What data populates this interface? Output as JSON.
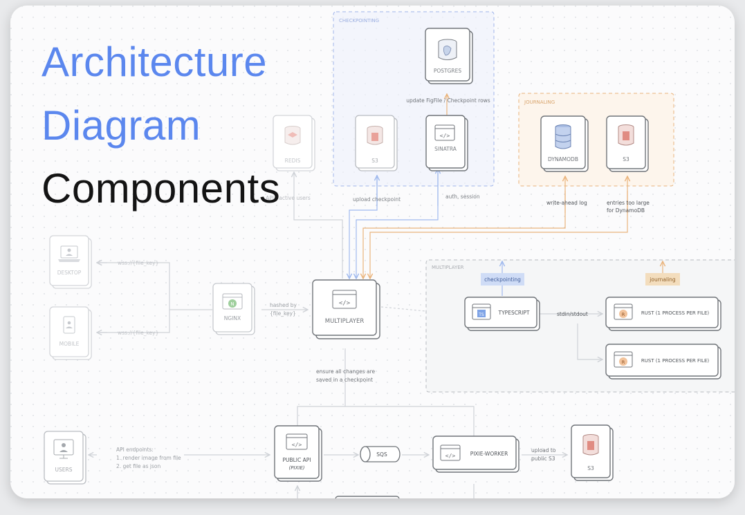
{
  "heading": {
    "line1": "Architecture",
    "line2": "Diagram",
    "line3": "Components"
  },
  "groups": {
    "checkpointing": "CHECKPOINTING",
    "journaling": "JOURNALING",
    "multiplayer": "MULTIPLAYER"
  },
  "nodes": {
    "postgres": "POSTGRES",
    "s3_checkpoint": "S3",
    "sinatra": "SINATRA",
    "redis": "REDIS",
    "dynamodb": "DYNAMODB",
    "s3_journal": "S3",
    "desktop": "DESKTOP",
    "mobile": "MOBILE",
    "nginx": "NGINX",
    "multiplayer": "MULTIPLAYER",
    "typescript": "TYPESCRIPT",
    "rust1": "RUST (1 PROCESS PER FILE)",
    "rust2": "RUST (1 PROCESS PER FILE)",
    "users": "USERS",
    "public_api": "PUBLIC API",
    "public_api_sub": "(PIXIE)",
    "sqs": "SQS",
    "pixie_worker": "PIXIE-WORKER",
    "s3_public": "S3"
  },
  "tags": {
    "checkpointing": "checkpointing",
    "journaling": "journaling"
  },
  "edges": {
    "update_rows": "update FigFile / Checkpoint rows",
    "api_active_users": "n API / active users",
    "upload_checkpoint": "upload checkpoint",
    "auth_session": "auth, session",
    "write_ahead_log": "write-ahead log",
    "entries_too_large_1": "entries too large",
    "entries_too_large_2": "for DynamoDB",
    "wss_desktop": "wss://{file_key}",
    "wss_mobile": "wss://{file_key}",
    "hashed_by_1": "hashed by",
    "hashed_by_2": "{file_key}",
    "stdin_stdout": "stdin/stdout",
    "ensure_1": "ensure all changes are",
    "ensure_2": "saved in a checkpoint",
    "api_endpoints_1": "API endpoints:",
    "api_endpoints_2": "1. render image from file",
    "api_endpoints_3": "2. get file as json",
    "upload_to_1": "upload to",
    "upload_to_2": "public S3"
  },
  "colors": {
    "title_accent": "#5b87ee",
    "title_dark": "#141414",
    "blue_group": "#9fb4ea",
    "orange_group": "#e8b27a",
    "tag_blue_bg": "#cfdcf6",
    "tag_orange_bg": "#f3ddbd"
  }
}
